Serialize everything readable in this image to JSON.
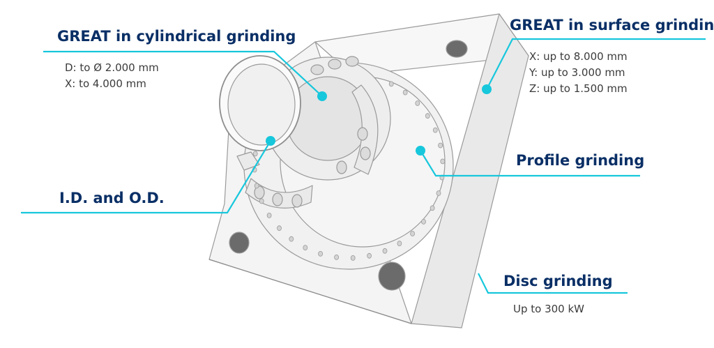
{
  "colors": {
    "heading": "#0a2f66",
    "spec": "#3b3b3b",
    "leader": "#17c7dc",
    "part_fill": "#f3f3f3",
    "part_stroke": "#9a9a9a"
  },
  "callouts": {
    "cylindrical": {
      "title": "GREAT in cylindrical grinding",
      "specs": [
        "D: to Ø 2.000 mm",
        "X: to 4.000 mm"
      ]
    },
    "surface": {
      "title": "GREAT in surface grinding",
      "specs": [
        "X: up to 8.000 mm",
        "Y: up to 3.000 mm",
        "Z: up to 1.500 mm"
      ]
    },
    "profile": {
      "title": "Profile grinding"
    },
    "id_od": {
      "title": "I.D. and O.D."
    },
    "disc": {
      "title": "Disc grinding",
      "specs": [
        "Up to 300 kW"
      ]
    }
  },
  "icons": {
    "part": "machined-housing-illustration",
    "leader_dot": "callout-dot-icon"
  }
}
